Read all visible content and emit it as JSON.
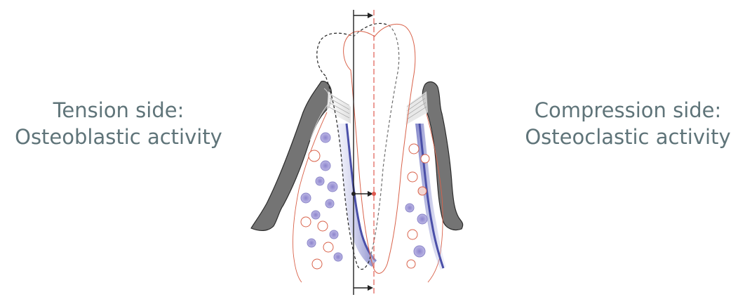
{
  "labels": {
    "left": {
      "line1": "Tension side:",
      "line2": "Osteoblastic activity"
    },
    "right": {
      "line1": "Compression side:",
      "line2": "Osteoclastic activity"
    }
  },
  "colors": {
    "text": "#5f7479",
    "bone": "#6f6f6f",
    "bone_edge": "#2b2b2b",
    "ligament": "#6c6fc0",
    "cell": "#a8a2d8",
    "displaced_outline": "#d9624a",
    "axis": "#222222",
    "axis_displaced": "#e05a50"
  }
}
